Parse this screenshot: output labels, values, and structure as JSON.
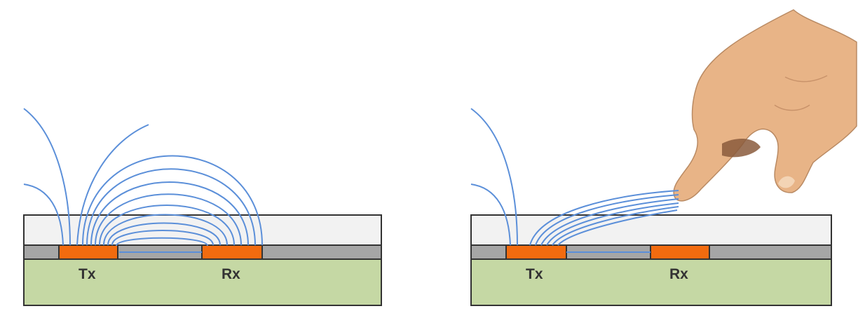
{
  "panels": [
    {
      "tx_label": "Tx",
      "rx_label": "Rx",
      "finger": false
    },
    {
      "tx_label": "Tx",
      "rx_label": "Rx",
      "finger": true
    }
  ],
  "colors": {
    "glass": "#f2f2f2",
    "electrode_layer": "#a6a6a6",
    "electrode": "#f26b0f",
    "substrate": "#c5d8a4",
    "field_line": "#5b8fd9",
    "skin": "#e8b487",
    "outline": "#333333"
  }
}
